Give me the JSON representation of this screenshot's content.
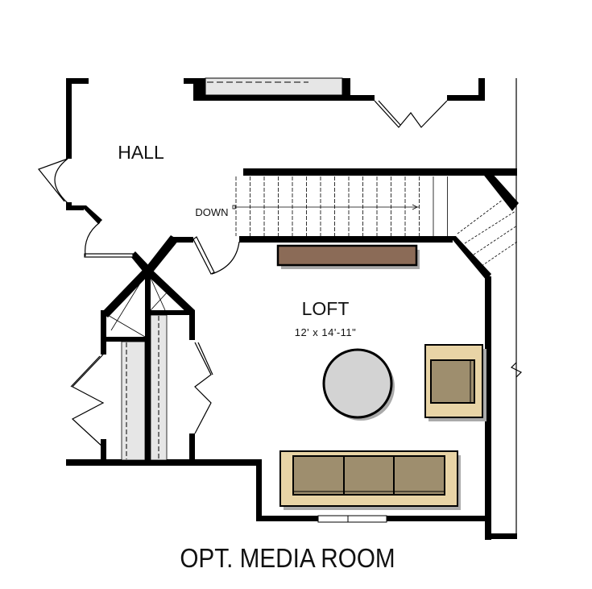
{
  "plan": {
    "rooms": {
      "hall": "HALL",
      "loft": "LOFT",
      "loft_dimensions": "12' x 14'-11\"",
      "stair_label": "DOWN"
    },
    "title": "OPT. MEDIA ROOM"
  },
  "colors": {
    "wall": "#000000",
    "bench": "#8b6b57",
    "upholstery_frame": "#e8d4a6",
    "upholstery_cushion": "#9e8e6e",
    "ottoman": "#d3d3d3",
    "shelf": "#e6e6e6"
  }
}
